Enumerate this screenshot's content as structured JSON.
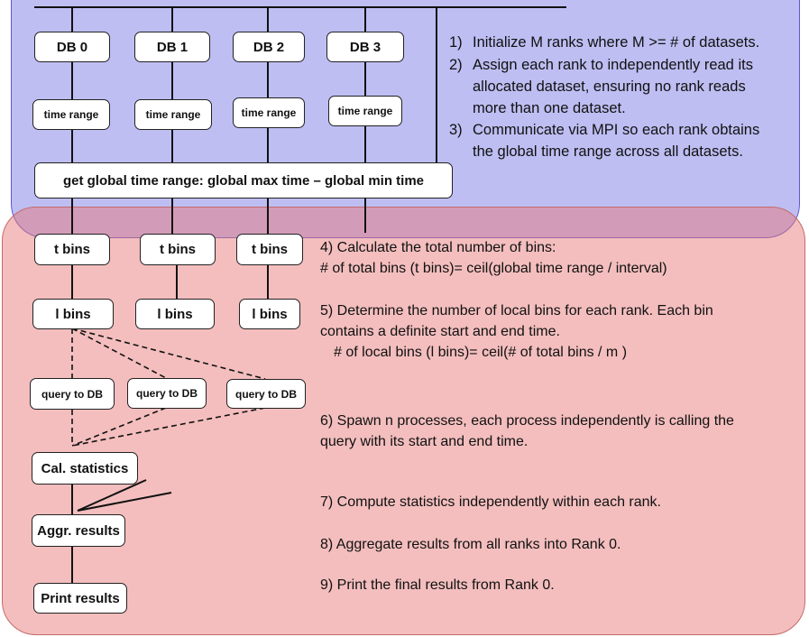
{
  "db_boxes": [
    "DB 0",
    "DB 1",
    "DB 2",
    "DB 3"
  ],
  "time_range_boxes": [
    "time range",
    "time range",
    "time range",
    "time range"
  ],
  "global_box": "get global time range: global max time – global min time",
  "t_bins_boxes": [
    "t bins",
    "t bins",
    "t bins"
  ],
  "l_bins_boxes": [
    "l bins",
    "l bins",
    "l bins"
  ],
  "query_boxes": [
    "query to DB",
    "query to DB",
    "query to DB"
  ],
  "cal_statistics": "Cal. statistics",
  "aggr_results": "Aggr. results",
  "print_results": "Print results",
  "top_steps": [
    {
      "num": "1)",
      "lines": [
        "Initialize M ranks where M >= # of datasets."
      ]
    },
    {
      "num": "2)",
      "lines": [
        "Assign each rank to independently read its",
        "allocated dataset, ensuring no rank reads",
        "more than one dataset."
      ]
    },
    {
      "num": "3)",
      "lines": [
        "Communicate via MPI so each rank obtains",
        "the global time range across all datasets."
      ]
    }
  ],
  "step4": [
    "4) Calculate the total number of bins:",
    "# of total bins (t bins)= ceil(global time range / interval)"
  ],
  "step5": [
    "5) Determine the number of local bins for each rank. Each bin",
    "contains a definite start and end time.",
    "# of local bins (l bins)= ceil(# of total bins / m )"
  ],
  "step6": [
    "6) Spawn n processes, each process independently is calling the",
    "query with its start and end time."
  ],
  "step7": "7) Compute statistics independently within each rank.",
  "step8": "8) Aggregate results from all ranks into Rank 0.",
  "step9": "9) Print the final results from Rank 0.",
  "colors": {
    "top_region": "#9696eb",
    "bottom_region": "#e87878",
    "box_fill": "#ffffff",
    "line": "#111111"
  }
}
